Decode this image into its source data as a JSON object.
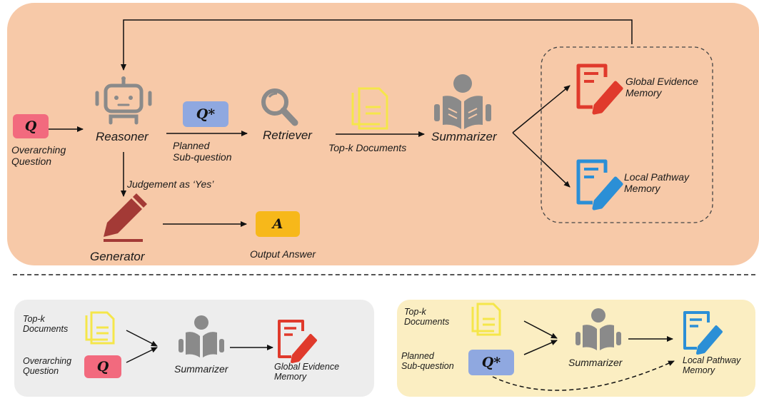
{
  "nodes": {
    "query_symbol": "Q",
    "subquery_symbol": "Q*",
    "answer_symbol": "A",
    "overarching_question": "Overarching\nQuestion",
    "reasoner": "Reasoner",
    "planned_subquestion": "Planned\nSub-question",
    "retriever": "Retriever",
    "topk_documents": "Top-k Documents",
    "summarizer": "Summarizer",
    "global_evidence_memory": "Global Evidence\nMemory",
    "local_pathway_memory": "Local Pathway\nMemory",
    "judgement": "Judgement as ‘Yes’",
    "generator": "Generator",
    "output_answer": "Output Answer"
  },
  "left_panel": {
    "topk_documents": "Top-k\nDocuments",
    "overarching_question": "Overarching\nQuestion",
    "query_symbol": "Q",
    "summarizer": "Summarizer",
    "global_evidence_memory": "Global Evidence\nMemory"
  },
  "right_panel": {
    "topk_documents": "Top-k\nDocuments",
    "planned_subquestion": "Planned\nSub-question",
    "subquery_symbol": "Q*",
    "summarizer": "Summarizer",
    "local_pathway_memory": "Local Pathway\nMemory"
  },
  "colors": {
    "top_panel": "#f7c9a8",
    "left_panel": "#ededed",
    "right_panel": "#fbeec2",
    "query_chip": "#f26a7e",
    "subquery_chip": "#8fa8e0",
    "answer_chip": "#f7b81a",
    "global_memory_icon": "#e03a2c",
    "local_memory_icon": "#2b8fd6",
    "document_icon": "#f5e64a",
    "generator_icon": "#a33a36",
    "gray_icons": "#8a8a8a"
  },
  "icons": [
    "robot-icon",
    "magnifier-icon",
    "document-icon",
    "reader-icon",
    "edit-document-icon",
    "pencil-icon"
  ]
}
